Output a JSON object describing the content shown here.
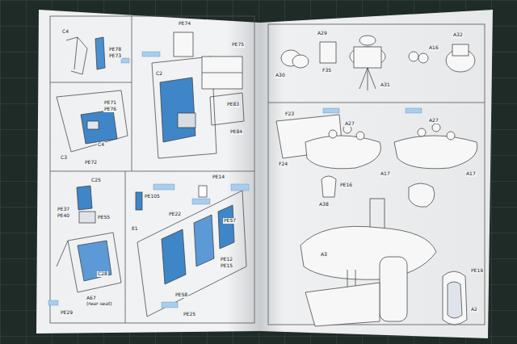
{
  "diagram": {
    "labels": [
      "C4",
      "PE78",
      "PE73",
      "PE74",
      "C2",
      "PE75",
      "PE83",
      "PE84",
      "PE71",
      "PE76",
      "C4",
      "C3",
      "PE72",
      "C25",
      "PE37",
      "PE40",
      "PE55",
      "C28",
      "A67",
      "(rear seat)",
      "PE29",
      "PE105",
      "PE14",
      "PE22",
      "PE57",
      "E1",
      "PE12",
      "PE15",
      "PE58",
      "PE25",
      "A29",
      "A30",
      "A16",
      "A31",
      "F35",
      "A32",
      "F24",
      "A17",
      "A17",
      "A27",
      "A27",
      "F23",
      "A38",
      "PE16",
      "A3",
      "A2",
      "PE19"
    ]
  }
}
